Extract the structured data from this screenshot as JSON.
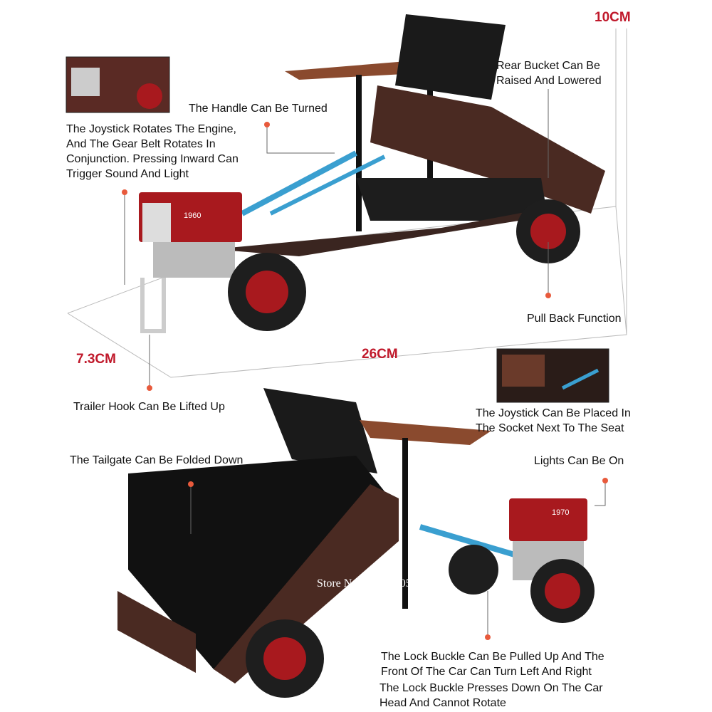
{
  "dimensions": {
    "height": "10CM",
    "width": "7.3CM",
    "length": "26CM"
  },
  "features": {
    "rear_bucket": [
      "Rear Bucket Can Be Raised And Lowered"
    ],
    "handle": "The Handle Can Be Turned",
    "joystick_engine": [
      "The Joystick Rotates The Engine,",
      "And The Gear Belt Rotates In",
      "Conjunction. Pressing Inward Can",
      "Trigger Sound And Light"
    ],
    "pull_back": "Pull Back Function",
    "trailer_hook": "Trailer Hook Can Be Lifted Up",
    "joystick_socket": [
      "The Joystick Can Be Placed In",
      "The Socket Next To The Seat"
    ],
    "tailgate": "The Tailgate Can Be Folded Down",
    "lights": "Lights Can Be On",
    "lock_up": [
      "The Lock Buckle Can Be Pulled Up And The",
      "Front Of The Car Can Turn Left And Right"
    ],
    "lock_down": [
      "The Lock Buckle Presses Down On The Car",
      "Head And Cannot Rotate"
    ]
  },
  "engine_labels": {
    "top": "1960",
    "bottom": "1970"
  },
  "watermark": "Store No.1103270054",
  "colors": {
    "dimension_text": "#c0192b",
    "callout_dot": "#e85a3c",
    "body_red": "#a8191e",
    "frame_blue": "#3a9fd0",
    "bucket_brown": "#4a2a22"
  }
}
